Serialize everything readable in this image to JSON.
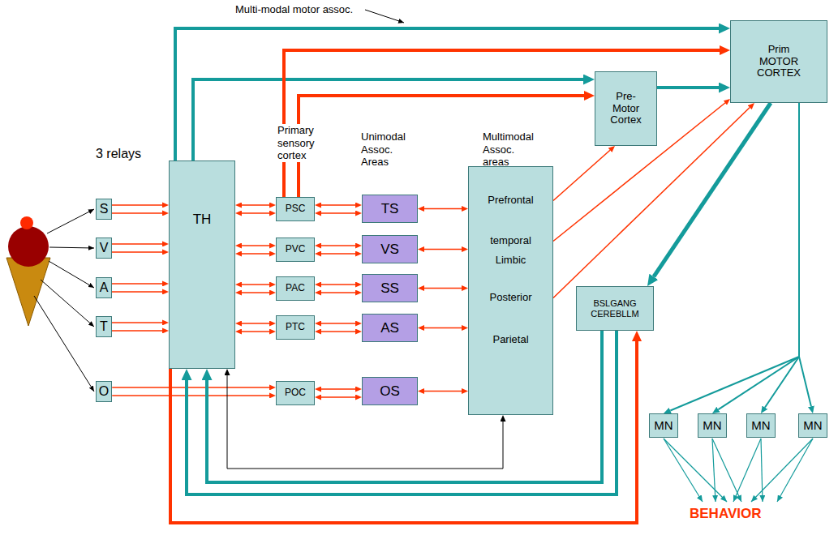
{
  "diagram": {
    "nodes": [
      {
        "text": [
          "S"
        ]
      },
      {
        "text": [
          "V"
        ]
      },
      {
        "text": [
          "A"
        ]
      },
      {
        "text": [
          "T"
        ]
      },
      {
        "text": [
          "O"
        ]
      },
      {
        "text": [
          "TH"
        ]
      },
      {
        "text": [
          "PSC"
        ]
      },
      {
        "text": [
          "PVC"
        ]
      },
      {
        "text": [
          "PAC"
        ]
      },
      {
        "text": [
          "PTC"
        ]
      },
      {
        "text": [
          "POC"
        ]
      },
      {
        "text": [
          "TS"
        ]
      },
      {
        "text": [
          "VS"
        ]
      },
      {
        "text": [
          "SS"
        ]
      },
      {
        "text": [
          "AS"
        ]
      },
      {
        "text": [
          "OS"
        ]
      },
      {
        "text": [
          "Prefrontal",
          "temporal",
          "Limbic",
          "Posterior",
          "Parietal"
        ]
      },
      {
        "text": [
          "Pre-Motor Cortex"
        ]
      },
      {
        "text": [
          "Prim MOTOR CORTEX"
        ]
      },
      {
        "text": [
          "BSLGANG CEREBLLM"
        ]
      },
      {
        "text": [
          "MN"
        ]
      },
      {
        "text": [
          "MN"
        ]
      },
      {
        "text": [
          "MN"
        ]
      },
      {
        "text": [
          "MN"
        ]
      }
    ],
    "edges": [
      {
        "from": 0,
        "to": 5,
        "arrow": "to"
      },
      {
        "from": 0,
        "to": 5,
        "arrow": "to"
      },
      {
        "from": 1,
        "to": 5,
        "arrow": "to"
      },
      {
        "from": 1,
        "to": 5,
        "arrow": "to"
      },
      {
        "from": 2,
        "to": 5,
        "arrow": "to"
      },
      {
        "from": 2,
        "to": 5,
        "arrow": "to"
      },
      {
        "from": 3,
        "to": 5,
        "arrow": "to"
      },
      {
        "from": 3,
        "to": 5,
        "arrow": "to"
      },
      {
        "from": 4,
        "to": 10,
        "arrow": "to"
      },
      {
        "from": 4,
        "to": 10,
        "arrow": "to"
      },
      {
        "from": 5,
        "to": 6,
        "arrow": "both"
      },
      {
        "from": 5,
        "to": 6,
        "arrow": "both"
      },
      {
        "from": 5,
        "to": 7,
        "arrow": "both"
      },
      {
        "from": 5,
        "to": 7,
        "arrow": "both"
      },
      {
        "from": 5,
        "to": 8,
        "arrow": "both"
      },
      {
        "from": 5,
        "to": 8,
        "arrow": "both"
      },
      {
        "from": 5,
        "to": 9,
        "arrow": "both"
      },
      {
        "from": 5,
        "to": 9,
        "arrow": "both"
      },
      {
        "from": 6,
        "to": 11,
        "arrow": "both"
      },
      {
        "from": 6,
        "to": 11,
        "arrow": "both"
      },
      {
        "from": 7,
        "to": 12,
        "arrow": "both"
      },
      {
        "from": 7,
        "to": 12,
        "arrow": "both"
      },
      {
        "from": 8,
        "to": 13,
        "arrow": "both"
      },
      {
        "from": 8,
        "to": 13,
        "arrow": "both"
      },
      {
        "from": 9,
        "to": 14,
        "arrow": "both"
      },
      {
        "from": 9,
        "to": 14,
        "arrow": "both"
      },
      {
        "from": 10,
        "to": 15,
        "arrow": "both"
      },
      {
        "from": 10,
        "to": 15,
        "arrow": "both"
      },
      {
        "from": 11,
        "to": 16,
        "arrow": "both"
      },
      {
        "from": 12,
        "to": 16,
        "arrow": "both"
      },
      {
        "from": 13,
        "to": 16,
        "arrow": "both"
      },
      {
        "from": 14,
        "to": 16,
        "arrow": "both"
      },
      {
        "from": 15,
        "to": 16,
        "arrow": "both"
      },
      {
        "from": 5,
        "to": 18,
        "arrow": "to"
      },
      {
        "from": 5,
        "to": 17,
        "arrow": "to"
      },
      {
        "from": 6,
        "to": 18,
        "arrow": "to"
      },
      {
        "from": 6,
        "to": 17,
        "arrow": "to"
      },
      {
        "from": 17,
        "to": 18,
        "arrow": "to"
      },
      {
        "from": 16,
        "to": 17,
        "arrow": "to"
      },
      {
        "from": 16,
        "to": 18,
        "arrow": "to"
      },
      {
        "from": 16,
        "to": 18,
        "arrow": "to"
      },
      {
        "from": 18,
        "to": 19,
        "arrow": "to"
      },
      {
        "from": 18,
        "to": 20,
        "arrow": "to"
      },
      {
        "from": 18,
        "to": 21,
        "arrow": "to"
      },
      {
        "from": 18,
        "to": 22,
        "arrow": "to"
      },
      {
        "from": 18,
        "to": 23,
        "arrow": "to"
      },
      {
        "from": 19,
        "to": 5,
        "arrow": "to"
      },
      {
        "from": 19,
        "to": 5,
        "arrow": "to"
      },
      {
        "from": 5,
        "to": 19,
        "arrow": "to"
      },
      {
        "from": 16,
        "to": 5,
        "arrow": "both"
      }
    ],
    "labels": [
      "Multi-modal motor assoc.",
      "3 relays",
      "Primary sensory cortex",
      "Unimodal Assoc. Areas",
      "Multimodal Assoc. areas",
      "BEHAVIOR"
    ]
  }
}
